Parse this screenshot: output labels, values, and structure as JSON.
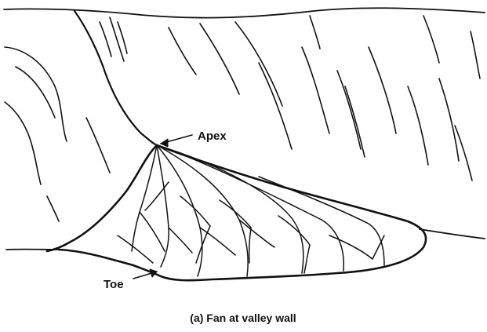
{
  "labels": {
    "apex": "Apex",
    "toe": "Toe"
  },
  "caption": "(a) Fan at valley wall"
}
